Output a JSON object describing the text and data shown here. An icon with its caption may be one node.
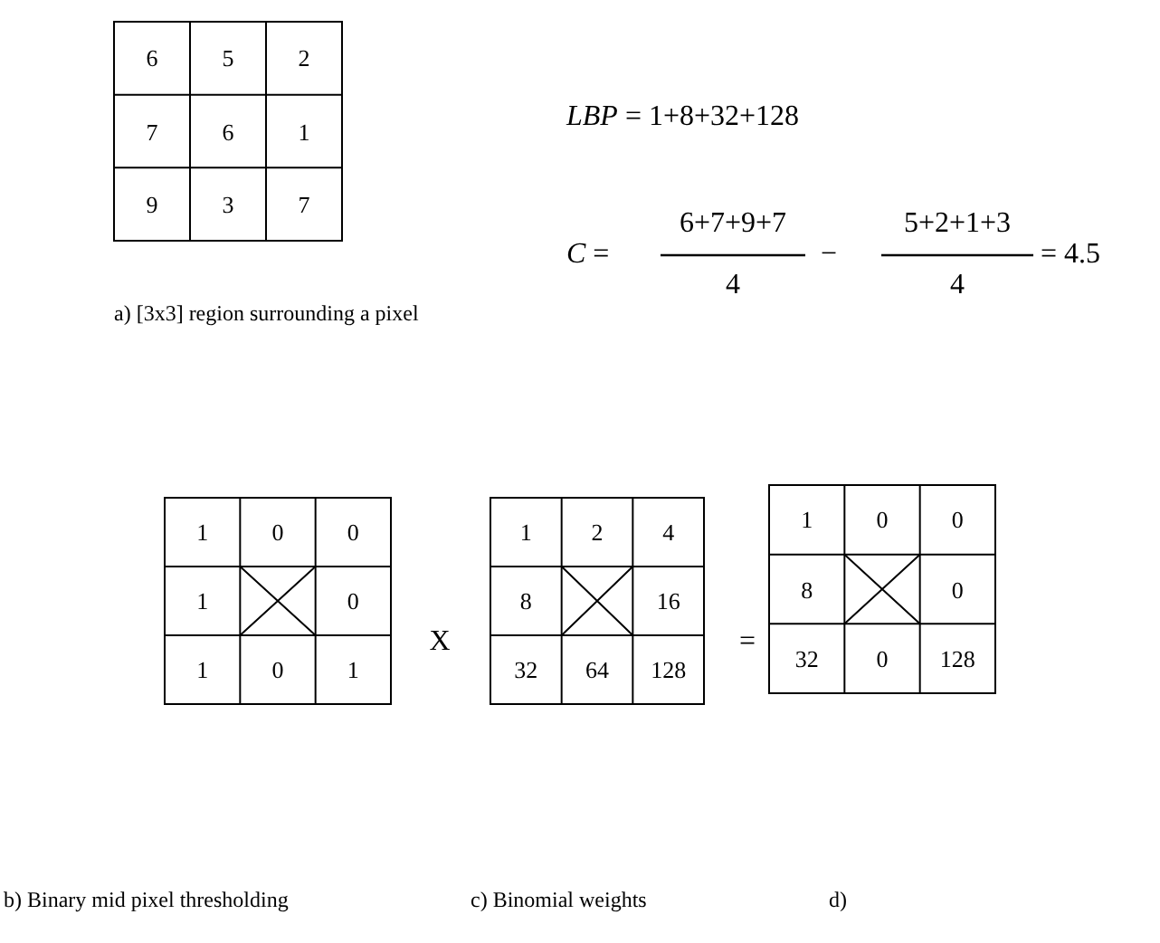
{
  "diagram": {
    "labels": [
      "6",
      "5",
      "2",
      "7",
      "6",
      "1",
      "9",
      "3",
      "7",
      "*LBP* = 1+8+32+128",
      "*C* =",
      "6+7+9+7",
      "4",
      "−",
      "5+2+1+3",
      "4",
      "= 4.5",
      "a) [3x3] region surrounding a pixel",
      "1",
      "0",
      "0",
      "1",
      "0",
      "1",
      "0",
      "1",
      "X",
      "1",
      "2",
      "4",
      "8",
      "16",
      "32",
      "64",
      "128",
      "=",
      "1",
      "0",
      "0",
      "8",
      "0",
      "32",
      "0",
      "128",
      "b) Binary mid pixel thresholding",
      "c) Binomial weights",
      "d)"
    ]
  }
}
